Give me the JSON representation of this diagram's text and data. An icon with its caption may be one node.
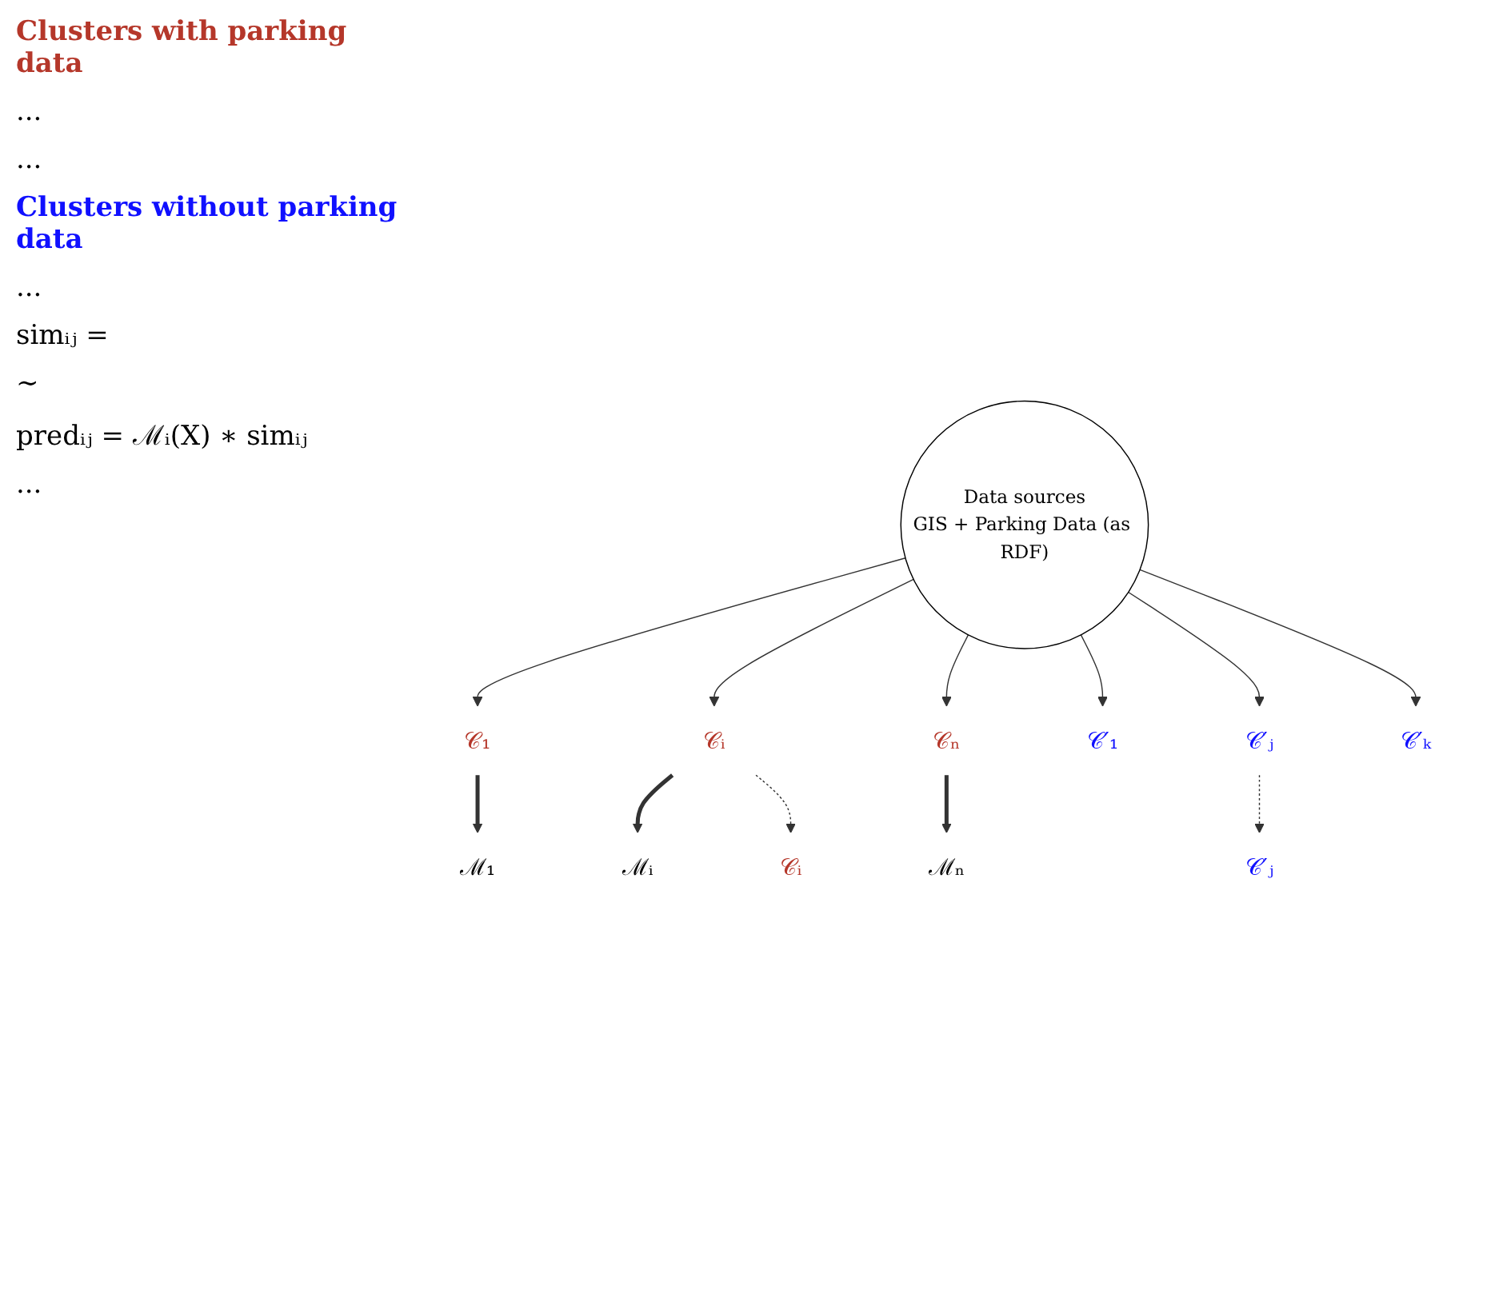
{
  "diagram": {
    "nodes": [
      {
        "text": [
          "Data sources",
          "GIS + Parking Data (as RDF)"
        ]
      },
      {
        "text": [
          "𝒞₁"
        ]
      },
      {
        "text": [
          "𝒞ᵢ"
        ]
      },
      {
        "text": [
          "𝒞ₙ"
        ]
      },
      {
        "text": [
          "ℳ₁"
        ]
      },
      {
        "text": [
          "ℳᵢ"
        ]
      },
      {
        "text": [
          "ℳₙ"
        ]
      },
      {
        "text": [
          "𝒞′₁"
        ]
      },
      {
        "text": [
          "𝒞ᵢ"
        ]
      },
      {
        "text": [
          "𝒞′ⱼ"
        ]
      },
      {
        "text": [
          "𝒞′ⱼ"
        ]
      },
      {
        "text": [
          "𝒞′ₖ"
        ]
      }
    ],
    "edges": [
      {
        "from": 0,
        "to": 1,
        "arrow": "to"
      },
      {
        "from": 0,
        "to": 2,
        "arrow": "to"
      },
      {
        "from": 0,
        "to": 3,
        "arrow": "to"
      },
      {
        "from": 1,
        "to": 4,
        "arrow": "to",
        "style": "thick"
      },
      {
        "from": 2,
        "to": 5,
        "arrow": "to",
        "style": "thick"
      },
      {
        "from": 3,
        "to": 6,
        "arrow": "to",
        "style": "thick"
      },
      {
        "from": 0,
        "to": 7,
        "arrow": "to"
      },
      {
        "from": 0,
        "to": 10,
        "arrow": "to"
      },
      {
        "from": 0,
        "to": 11,
        "arrow": "to"
      },
      {
        "from": 2,
        "to": 8,
        "arrow": "to",
        "style": "dashed"
      },
      {
        "from": 10,
        "to": 9,
        "arrow": "to",
        "style": "dashed"
      }
    ],
    "labels": [
      "Clusters with parking data",
      "...",
      "...",
      "Clusters without parking data",
      "...",
      "simᵢⱼ =",
      "∼",
      "predᵢⱼ = ℳᵢ(X) ∗ simᵢⱼ",
      "..."
    ]
  }
}
